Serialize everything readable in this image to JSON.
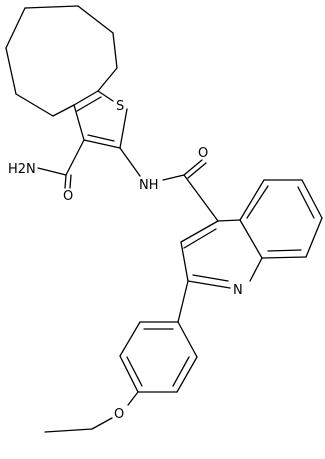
{
  "structure": {
    "atom_labels": {
      "amide_n": "H2N",
      "thiophene_s": "S",
      "amide_o_left": "O",
      "nh": "NH",
      "amide_o_right": "O",
      "quinoline_n": "N",
      "ether_o": "O"
    }
  }
}
